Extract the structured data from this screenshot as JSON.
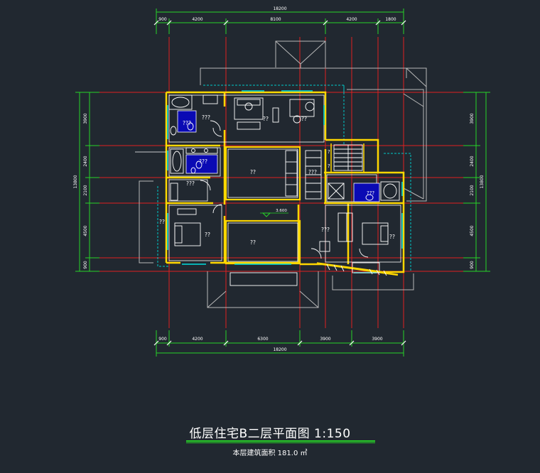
{
  "drawing": {
    "title": "低层住宅B二层平面图  1:150",
    "subtitle": "本层建筑面积 181.0 ㎡",
    "top_dims": {
      "total": "18200",
      "segments": [
        "900",
        "4200",
        "8100",
        "4200",
        "1800"
      ]
    },
    "bottom_dims": {
      "total": "18200",
      "segments": [
        "900",
        "4200",
        "6300",
        "3900",
        "3900"
      ]
    },
    "left_dims": {
      "total": "13800",
      "segments": [
        "3900",
        "2400",
        "2100",
        "4500",
        "900"
      ]
    },
    "right_dims": {
      "total": "13800",
      "segments": [
        "3900",
        "2400",
        "2100",
        "4500",
        "900"
      ]
    },
    "elevation": "3.600",
    "room_labels": [
      "???",
      "??",
      "??",
      "???",
      "???",
      "??",
      "???",
      "???",
      "??",
      "??",
      "???",
      "??",
      "??"
    ],
    "colors": {
      "background": "#212830",
      "wall": "#ffd700",
      "axis": "#e02020",
      "dimension": "#27d327",
      "fixture": "#ffffff",
      "bathroom": "#0a0ab4",
      "window": "#00e0e0"
    }
  }
}
